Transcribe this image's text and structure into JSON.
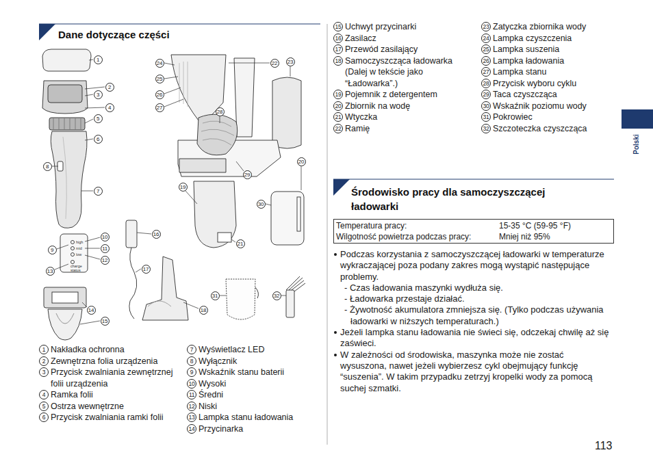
{
  "diagram": {
    "title": "Dane dotyczące części",
    "nodes": [
      {
        "text": [
          "Temperatura pracy:",
          "15-35 °C (59-95 °F)",
          "Wilgotność powietrza podczas pracy:",
          "Mniej niż 95%"
        ]
      },
      {
        "text": [
          "Polski"
        ]
      }
    ],
    "labels": [
      "1",
      "2",
      "3",
      "4",
      "5",
      "6",
      "7",
      "8",
      "9",
      "10",
      "11",
      "12",
      "13",
      "14",
      "15",
      "16",
      "17",
      "18",
      "19",
      "20",
      "21",
      "22",
      "23",
      "24",
      "25",
      "26",
      "27",
      "28",
      "29",
      "30",
      "31",
      "32",
      "high",
      "mid",
      "low",
      "charge status",
      "1",
      "Nakładka ochronna",
      "2",
      "Zewnętrzna folia urządzenia",
      "3",
      "Przycisk zwalniania zewnętrznej folii urządzenia",
      "4",
      "Ramka folii",
      "5",
      "Ostrza wewnętrzne",
      "6",
      "Przycisk zwalniania ramki folii",
      "7",
      "Wyświetlacz LED",
      "8",
      "Wyłącznik",
      "9",
      "Wskaźnik stanu baterii",
      "10",
      "Wysoki",
      "11",
      "Średni",
      "12",
      "Niski",
      "13",
      "Lampka stanu ładowania",
      "14",
      "Przycinarka",
      "15",
      "Uchwyt przycinarki",
      "16",
      "Zasilacz",
      "17",
      "Przewód zasilający",
      "18",
      "Samoczyszcząca ładowarka (Dalej w tekście jako “Ładowarka”.)",
      "19",
      "Pojemnik z detergentem",
      "20",
      "Zbiornik na wodę",
      "21",
      "Wtyczka",
      "22",
      "Ramię",
      "23",
      "Zatyczka zbiornika wody",
      "24",
      "Lampka czyszczenia",
      "25",
      "Lampka suszenia",
      "26",
      "Lampka ładowania",
      "27",
      "Lampka stanu",
      "28",
      "Przycisk wyboru cyklu",
      "29",
      "Taca czyszcząca",
      "30",
      "Wskaźnik poziomu wody",
      "31",
      "Pokrowiec",
      "32",
      "Szczoteczka czyszcząca",
      "Środowisko pracy dla samoczyszczącej ładowarki",
      "Podczas korzystania z samoczyszczącej ładowarki w temperaturze wykraczającej poza podany zakres mogą wystąpić następujące problemy.",
      "- Czas ładowania maszynki wydłuża się.",
      "- Ładowarka przestaje działać.",
      "- Żywotność akumulatora zmniejsza się. (Tylko podczas używania ładowarki w niższych temperaturach.)",
      "Jeżeli lampka stanu ładowania nie świeci się, odczekaj chwilę aż się zaświeci.",
      "W zależności od środowiska, maszynka może nie zostać wysuszona, nawet jeżeli wybierzesz cykl obejmujący funkcję “suszenia”. W takim przypadku zetrzyj kropelki wody za pomocą suchej szmatki.",
      "113"
    ]
  }
}
